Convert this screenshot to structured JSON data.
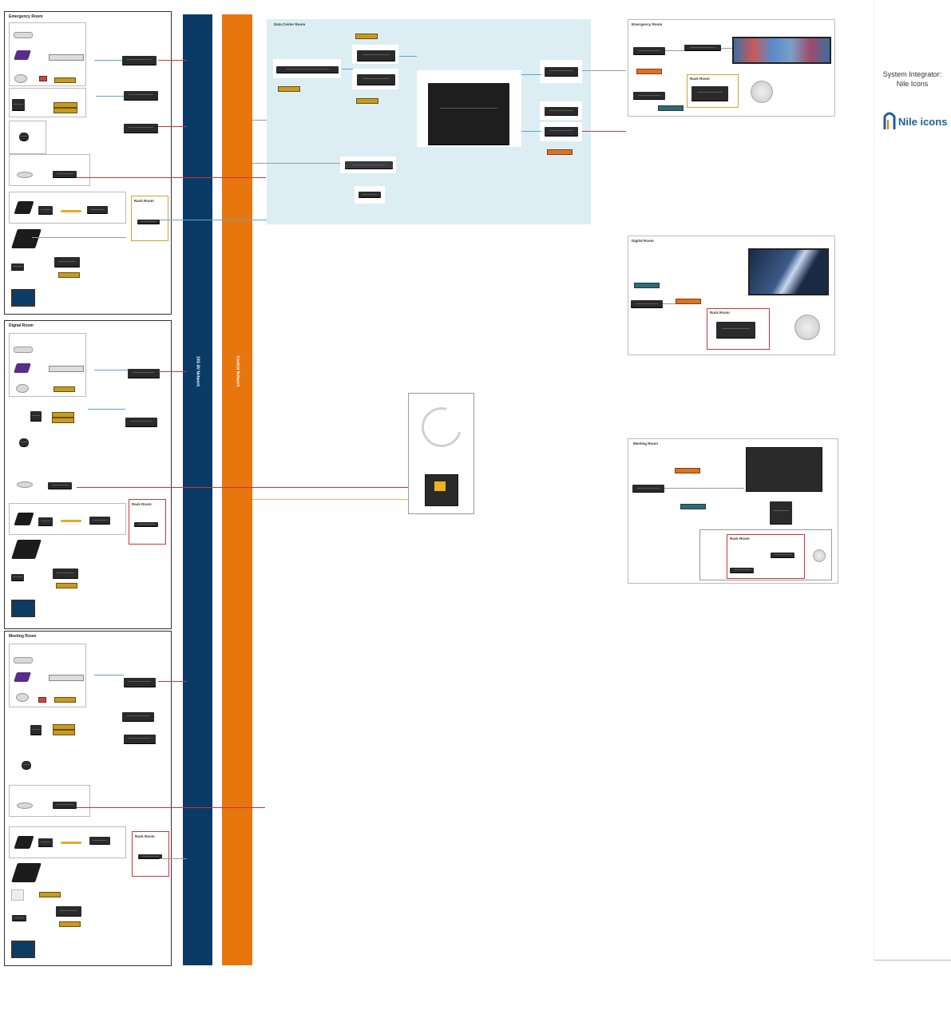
{
  "rooms": {
    "emergency_left": "Emergency Room",
    "digital_left": "Digital Room",
    "meeting_left": "Meeting Room",
    "datacenter": "Data Center Room",
    "emergency_right": "Emergency Room",
    "digital_right": "Digital Room",
    "meeting_right": "Meeting Room",
    "rack_room": "Rack Room",
    "rack_room_2": "Rack Room",
    "rack_room_3": "Rack Room"
  },
  "bars": {
    "av_network": "10G AV Network",
    "control_network": "Control Network"
  },
  "branding": {
    "integrator_line1": "System Integrator:",
    "integrator_line2": "Nile Icons",
    "logo_text": "Nile icons"
  },
  "colors": {
    "av_bar": "#0a3a66",
    "control_bar": "#e8760f",
    "datacenter_bg": "#dceef4",
    "tag_gold": "#c69a27",
    "tag_orange": "#d9732b",
    "tag_teal": "#2f6b73",
    "tag_red": "#c94b3b"
  }
}
